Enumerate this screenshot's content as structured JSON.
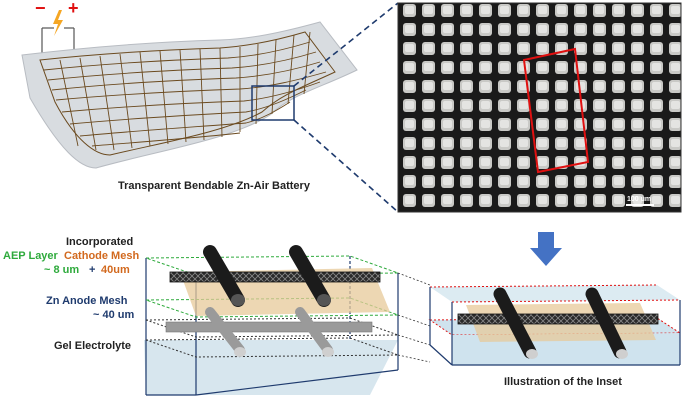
{
  "battery": {
    "minus_label": "−",
    "plus_label": "+",
    "caption": "Transparent Bendable Zn-Air Battery"
  },
  "micrograph": {
    "scale_label": "100 um"
  },
  "layers": {
    "incorporated": "Incorporated",
    "aep_layer": "AEP Layer",
    "cathode_mesh": "Cathode Mesh",
    "aep_thickness": "~ 8 um",
    "plus": "+",
    "cathode_thickness": "40um",
    "zn_anode_mesh": "Zn Anode Mesh",
    "zn_thickness": "~ 40 um",
    "gel_electrolyte": "Gel Electrolyte"
  },
  "inset": {
    "caption": "Illustration of the Inset"
  },
  "colors": {
    "green": "#2eaa3c",
    "orange": "#d2691e",
    "navy": "#1f3b6e",
    "arrow_blue": "#4472c4",
    "red_box": "#e01010",
    "gel_blue": "#cfe3ee",
    "tan": "#e7c99a"
  }
}
